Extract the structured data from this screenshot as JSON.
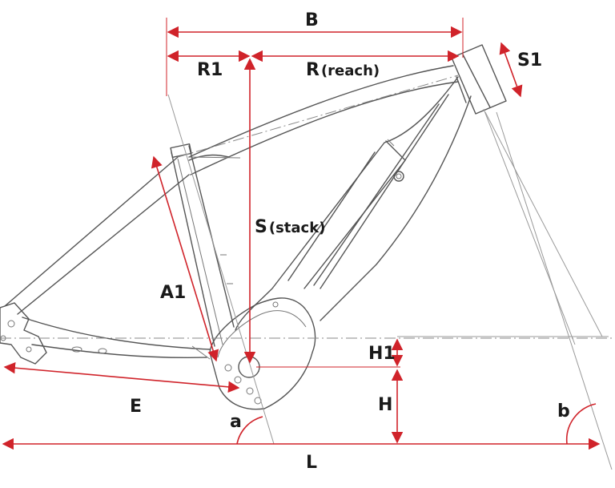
{
  "labels": {
    "B": "B",
    "R1": "R1",
    "R": "R",
    "R_sub": "(reach)",
    "S1": "S1",
    "S": "S",
    "S_sub": "(stack)",
    "A1": "A1",
    "H1": "H1",
    "H": "H",
    "E": "E",
    "a": "a",
    "b": "b",
    "L": "L"
  },
  "colors": {
    "dimension": "#d0232a",
    "frame": "#555555",
    "text": "#1a1a1a"
  },
  "icons": {
    "frame": "bicycle-frame-drawing"
  }
}
